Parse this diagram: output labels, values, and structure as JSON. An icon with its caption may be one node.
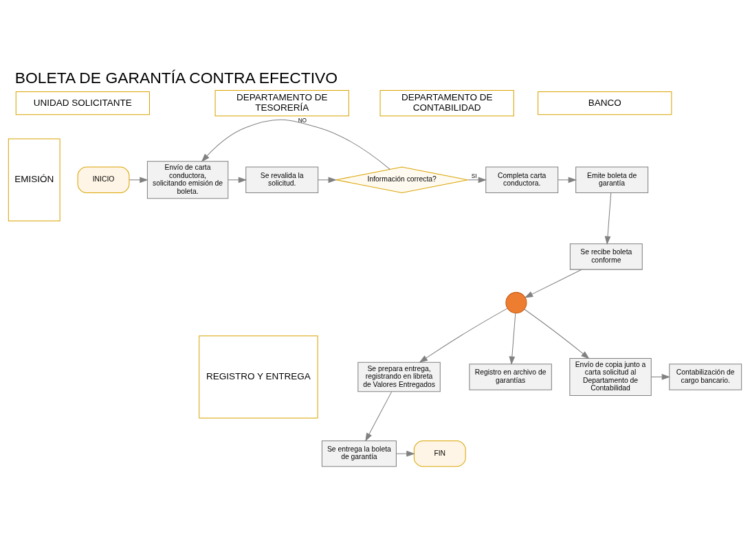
{
  "diagram": {
    "title": "BOLETA DE GARANTÍA CONTRA EFECTIVO",
    "nodes": [
      {
        "text": [
          "UNIDAD SOLICITANTE"
        ]
      },
      {
        "text": [
          "DEPARTAMENTO DE TESORERÍA"
        ]
      },
      {
        "text": [
          "DEPARTAMENTO DE CONTABILIDAD"
        ]
      },
      {
        "text": [
          "BANCO"
        ]
      },
      {
        "text": [
          "EMISIÓN"
        ]
      },
      {
        "text": [
          "REGISTRO Y ENTREGA"
        ]
      },
      {
        "text": [
          "INICIO"
        ]
      },
      {
        "text": [
          "Envío de carta conductora, solicitando emisión de boleta."
        ]
      },
      {
        "text": [
          "Se revalida la solicitud."
        ]
      },
      {
        "text": [
          "Información correcta?"
        ]
      },
      {
        "text": [
          "Completa carta conductora."
        ]
      },
      {
        "text": [
          "Emite boleta de garantía"
        ]
      },
      {
        "text": [
          "Se recibe boleta conforme"
        ]
      },
      {
        "text": [],
        "shape": "circle"
      },
      {
        "text": [
          "Se prepara entrega, registrando en libreta de Valores Entregados"
        ]
      },
      {
        "text": [
          "Registro en archivo de garantías"
        ]
      },
      {
        "text": [
          "Envío de copia junto a carta solicitud al Departamento de Contabilidad"
        ]
      },
      {
        "text": [
          "Contabilización de cargo bancario."
        ]
      },
      {
        "text": [
          "Se entrega la boleta de garantía"
        ]
      },
      {
        "text": [
          "FIN"
        ]
      }
    ],
    "edges": [
      {
        "from": 6,
        "to": 7,
        "arrow": "to"
      },
      {
        "from": 7,
        "to": 8,
        "arrow": "to"
      },
      {
        "from": 8,
        "to": 9,
        "arrow": "to"
      },
      {
        "from": 9,
        "to": 7,
        "arrow": "to",
        "label": "NO"
      },
      {
        "from": 9,
        "to": 10,
        "arrow": "to",
        "label": "SI"
      },
      {
        "from": 10,
        "to": 11,
        "arrow": "to"
      },
      {
        "from": 11,
        "to": 12,
        "arrow": "to"
      },
      {
        "from": 12,
        "to": 13,
        "arrow": "to"
      },
      {
        "from": 13,
        "to": 14,
        "arrow": "to"
      },
      {
        "from": 13,
        "to": 15,
        "arrow": "to"
      },
      {
        "from": 13,
        "to": 16,
        "arrow": "to"
      },
      {
        "from": 16,
        "to": 17,
        "arrow": "to"
      },
      {
        "from": 14,
        "to": 18,
        "arrow": "to"
      },
      {
        "from": 18,
        "to": 19,
        "arrow": "to"
      }
    ]
  }
}
